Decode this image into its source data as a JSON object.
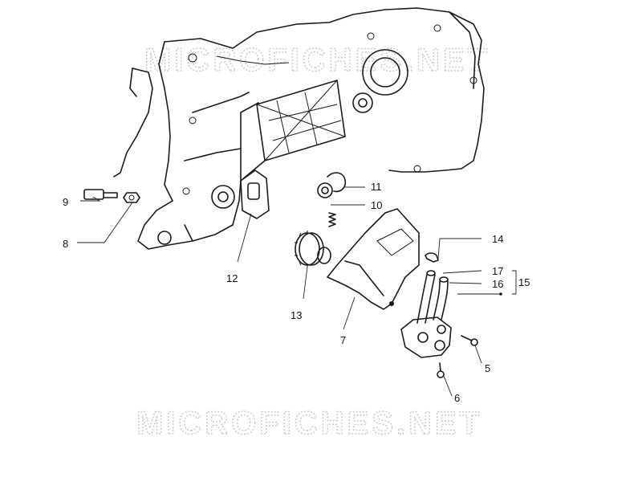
{
  "watermark": {
    "top_text": "MICROFICHES.NET",
    "bottom_text": "MICROFICHES.NET"
  },
  "callouts": [
    {
      "id": "5",
      "label": "5"
    },
    {
      "id": "6",
      "label": "6"
    },
    {
      "id": "7",
      "label": "7"
    },
    {
      "id": "8",
      "label": "8"
    },
    {
      "id": "9",
      "label": "9"
    },
    {
      "id": "10",
      "label": "10"
    },
    {
      "id": "11",
      "label": "11"
    },
    {
      "id": "12",
      "label": "12"
    },
    {
      "id": "13",
      "label": "13"
    },
    {
      "id": "14",
      "label": "14"
    },
    {
      "id": "15",
      "label": "15"
    },
    {
      "id": "16",
      "label": "16"
    },
    {
      "id": "17",
      "label": "17"
    }
  ]
}
